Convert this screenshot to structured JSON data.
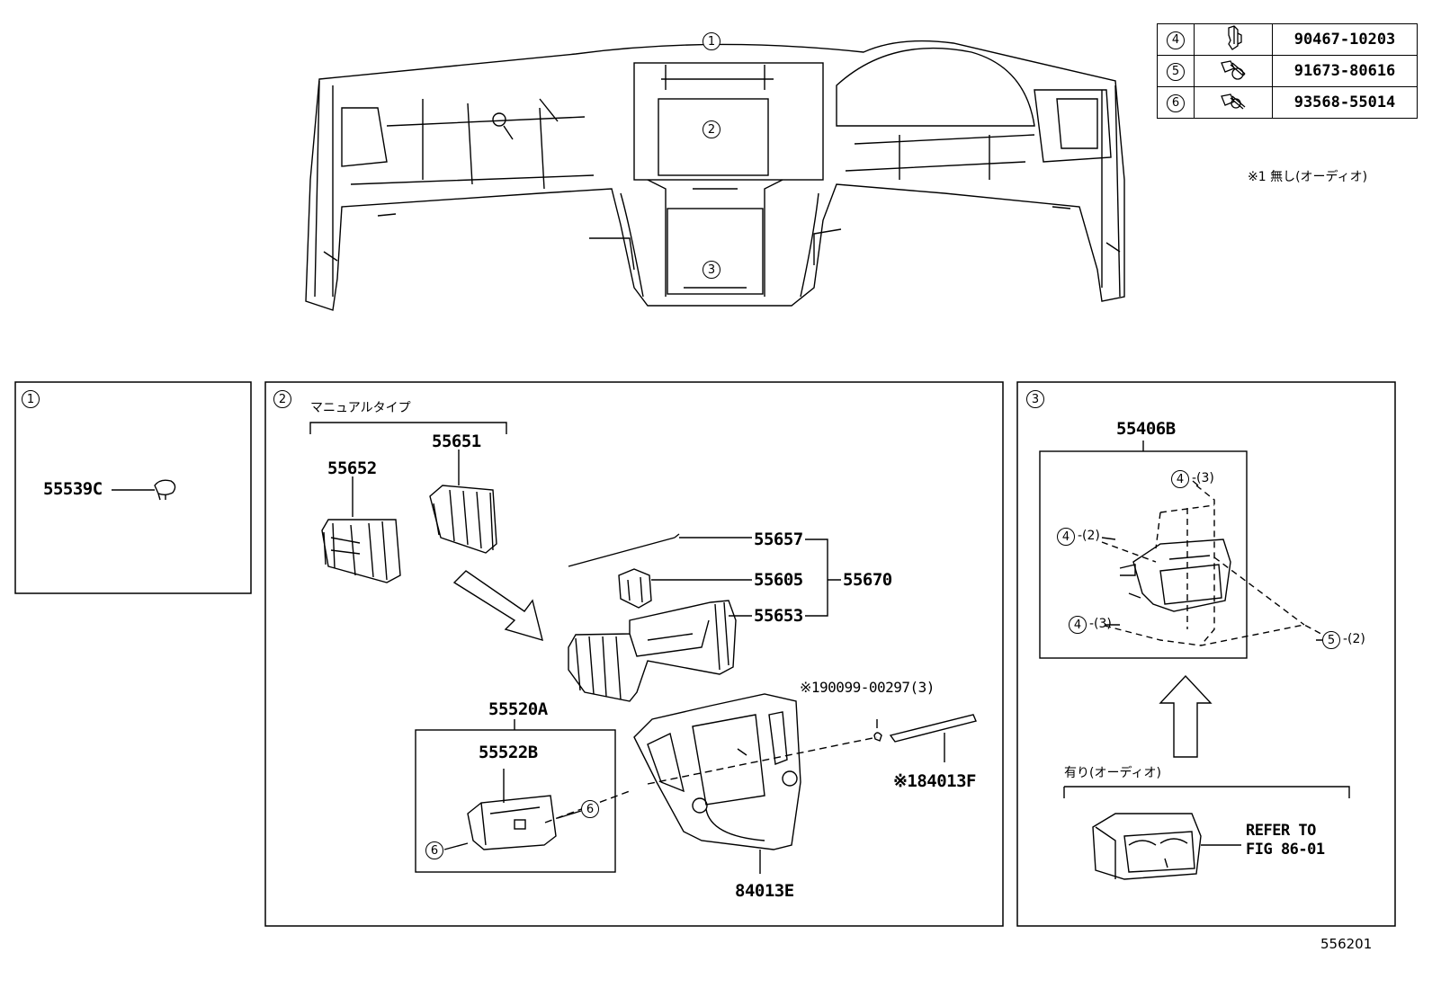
{
  "fastener_table": [
    {
      "ref": "4",
      "icon": "clip-icon",
      "part": "90467-10203"
    },
    {
      "ref": "5",
      "icon": "bolt-icon",
      "part": "91673-80616"
    },
    {
      "ref": "6",
      "icon": "screw-icon",
      "part": "93568-55014"
    }
  ],
  "note_no_audio": "※1 無し(オーディオ)",
  "overview": {
    "callout_1": "1",
    "callout_2": "2",
    "callout_3": "3"
  },
  "panel1": {
    "badge": "1",
    "part": "55539C"
  },
  "panel2": {
    "badge": "2",
    "manual_type": "マニュアルタイプ",
    "p55651": "55651",
    "p55652": "55652",
    "p55657": "55657",
    "p55605": "55605",
    "p55670": "55670",
    "p55653": "55653",
    "p55520A": "55520A",
    "p55522B": "55522B",
    "screw_6a": "6",
    "screw_6b": "6",
    "p90099": "※190099-00297(3)",
    "p84013F": "※184013F",
    "p84013E": "84013E"
  },
  "panel3": {
    "badge": "3",
    "p55406B": "55406B",
    "ref_4_top": "4",
    "qty_4_top": "-(3)",
    "ref_4_mid": "4",
    "qty_4_mid": "-(2)",
    "ref_4_low": "4",
    "qty_4_low": "-(3)",
    "ref_5": "5",
    "qty_5": "-(2)",
    "with_audio": "有り(オーディオ)",
    "refer_line1": "REFER TO",
    "refer_line2": "FIG 86-01"
  },
  "figure_code": "556201"
}
